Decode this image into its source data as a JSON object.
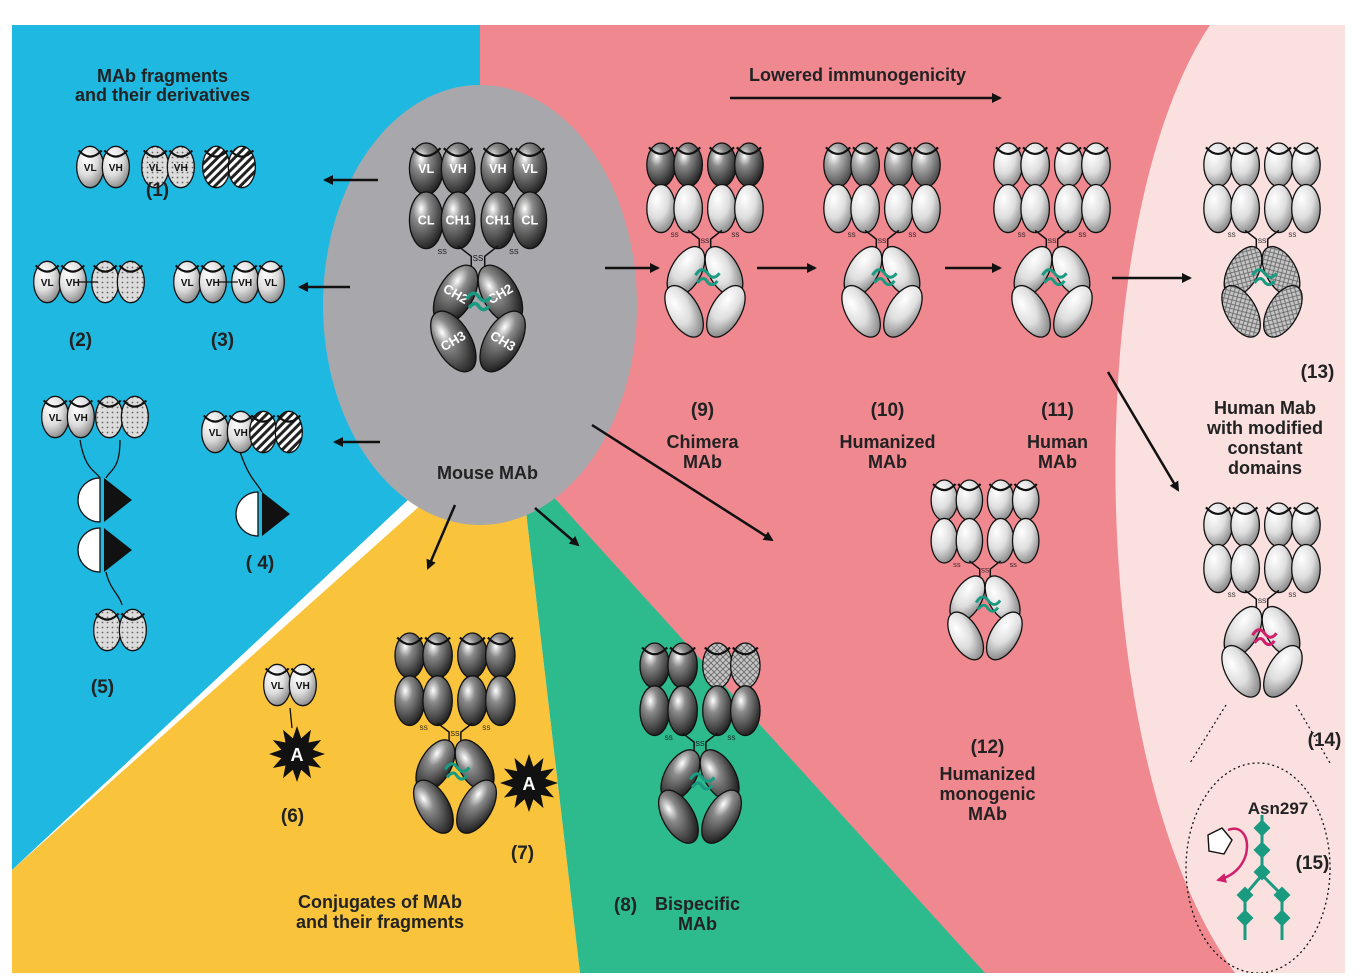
{
  "sections": {
    "fragments_title": "MAb fragments\nand their derivatives",
    "lowered_immunogenicity": "Lowered immunogenicity",
    "conjugates_title": "Conjugates of MAb\nand their fragments"
  },
  "mouse": {
    "title": "Mouse MAb"
  },
  "items": {
    "n1": "(1)",
    "n2": "(2)",
    "n3": "(3)",
    "n4": "( 4)",
    "n5": "(5)",
    "n6": "(6)",
    "n7": "(7)",
    "n8": "(8)",
    "bispecific": "Bispecific\nMAb",
    "n9": "(9)",
    "chimera": "Chimera\nMAb",
    "n10": "(10)",
    "humanized": "Humanized\nMAb",
    "n11": "(11)",
    "human": "Human\nMAb",
    "n12": "(12)",
    "humanized_mono": "Humanized\nmonogenic\nMAb",
    "n13": "(13)",
    "human_modified": "Human Mab\nwith modified\nconstant\ndomains",
    "n14": "(14)",
    "n15": "(15)",
    "asn": "Asn297",
    "toxin": "A"
  },
  "domain_labels": {
    "vl": "VL",
    "vh": "VH",
    "cl": "CL",
    "ch1": "CH1",
    "ch2": "CH2",
    "ch3": "CH3",
    "ss": "SS"
  },
  "colors": {
    "blue_bg": "#1fb8e0",
    "red_bg": "#f08890",
    "pink_bg": "#fbe0e0",
    "yellow_bg": "#f9c43c",
    "green_bg": "#2dba8c",
    "gray_oval": "#a8a8ac",
    "teal_glycan": "#1a9a80",
    "magenta": "#d0206c",
    "dark_domain": "#222222",
    "light_domain": "#d8d8d8"
  }
}
